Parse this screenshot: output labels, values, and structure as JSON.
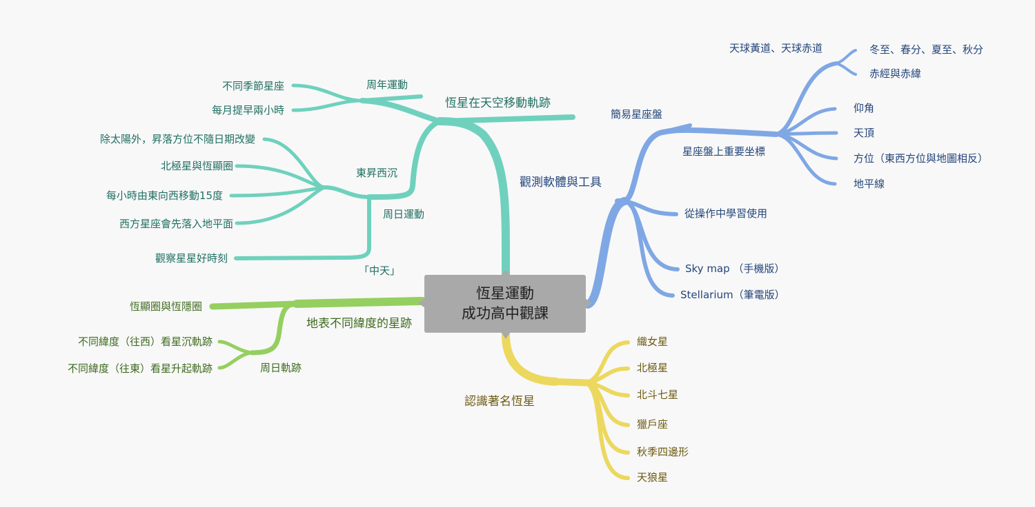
{
  "center": {
    "line1": "恆星運動",
    "line2": "成功高中觀課"
  },
  "colors": {
    "teal": "#6fd1bd",
    "green": "#95cf5f",
    "blue": "#7fa7e4",
    "gold": "#ecd85e",
    "center": "#a9a9a9"
  },
  "branches": {
    "motion": {
      "title": "恆星在天空移動軌跡",
      "annual": {
        "label": "周年運動",
        "items": [
          "不同季節星座",
          "每月提早兩小時"
        ]
      },
      "rise_set": {
        "label": "東昇西沉",
        "items": [
          "除太陽外，昇落方位不隨日期改變",
          "北極星與恆顯圈",
          "每小時由東向西移動15度",
          "西方星座會先落入地平面"
        ]
      },
      "diurnal": {
        "label": "周日運動"
      },
      "culmination": {
        "label": "「中天」",
        "items": [
          "觀察星星好時刻"
        ]
      }
    },
    "latitude": {
      "title": "地表不同緯度的星跡",
      "items": [
        "恆顯圈與恆隱圈"
      ],
      "diurnal_trail": {
        "label": "周日軌跡",
        "items": [
          "不同緯度（往西）看星沉軌跡",
          "不同緯度（往東）看星升起軌跡"
        ]
      }
    },
    "tools": {
      "title": "觀測軟體與工具",
      "planisphere": {
        "label": "簡易星座盤",
        "coords": {
          "label": "星座盤上重要坐標",
          "ecliptic": {
            "label": "天球黃道、天球赤道",
            "items": [
              "冬至、春分、夏至、秋分",
              "赤經與赤緯"
            ]
          },
          "items": [
            "仰角",
            "天頂",
            "方位（東西方位與地圖相反）",
            "地平線"
          ]
        }
      },
      "items": [
        "從操作中學習使用",
        "Sky map （手機版）",
        "Stellarium（筆電版）"
      ]
    },
    "stars": {
      "title": "認識著名恆星",
      "items": [
        "織女星",
        "北極星",
        "北斗七星",
        "獵戶座",
        "秋季四邊形",
        "天狼星"
      ]
    }
  }
}
